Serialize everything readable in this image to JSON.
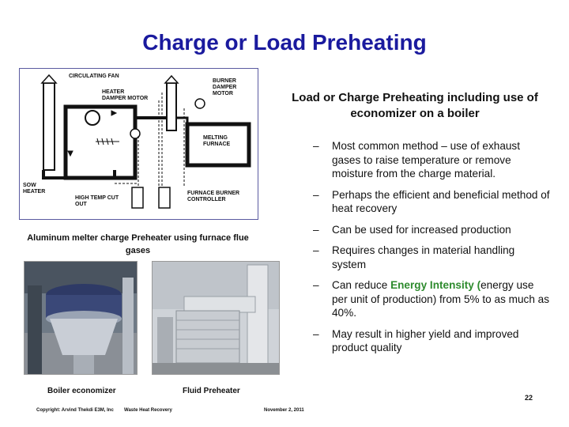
{
  "title": "Charge or Load Preheating",
  "diagram": {
    "labels": {
      "circulating_fan": "CIRCULATING FAN",
      "heater_damper_motor": "HEATER DAMPER MOTOR",
      "burner_damper_motor": "BURNER DAMPER MOTOR",
      "melting_furnace": "MELTING FURNACE",
      "sow_heater": "SOW HEATER",
      "high_temp_cut_out": "HIGH TEMP CUT OUT",
      "furnace_burner_controller": "FURNACE BURNER CONTROLLER"
    },
    "caption": "Aluminum melter charge Preheater using furnace flue gases"
  },
  "photos": {
    "boiler_caption": "Boiler economizer",
    "fluid_caption": "Fluid Preheater"
  },
  "subheading": "Load or Charge Preheating including use of economizer on a boiler",
  "bullets": {
    "dash": "–",
    "b1": "Most common method – use of exhaust gases to raise temperature or remove moisture from the charge material.",
    "b2": "Perhaps the efficient and beneficial method of heat recovery",
    "b3": "Can be used for increased production",
    "b4": "Requires changes in material handling system",
    "b5_pre": "Can reduce ",
    "b5_highlight": "Energy Intensity (",
    "b5_post": "energy use per unit of production) from 5% to as much as 40%.",
    "b6": "May result in higher yield and improved product quality"
  },
  "highlight_color": "#2e8b2e",
  "page_number": "22",
  "footer": {
    "copyright": "Copyright: Arvind Thekdi E3M, Inc",
    "topic": "Waste Heat Recovery",
    "date": "November 2, 2011"
  }
}
